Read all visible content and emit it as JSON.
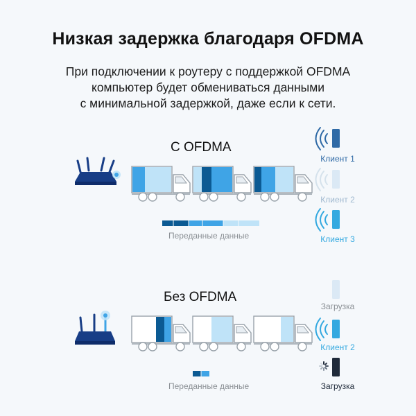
{
  "header": {
    "title": "Низкая задержка благодаря OFDMA",
    "subtitle_lines": [
      "При подключении к роутеру с поддержкой OFDMA",
      "компьютер будет обмениваться данными",
      "с минимальной задержкой, даже если к сети."
    ]
  },
  "with_ofdma": {
    "title": "С OFDMA",
    "legend_label": "Переданные данные",
    "clients": [
      {
        "label": "Клиент 1",
        "color": "#2f6aa6",
        "state": "active"
      },
      {
        "label": "Клиент 2",
        "color": "#9fb8cf",
        "state": "faded"
      },
      {
        "label": "Клиент 3",
        "color": "#34a9e0",
        "state": "active"
      }
    ]
  },
  "without_ofdma": {
    "title": "Без OFDMA",
    "legend_label": "Переданные данные",
    "clients": [
      {
        "label": "Загрузка",
        "color": "#7c8590",
        "state": "faded"
      },
      {
        "label": "Клиент 2",
        "color": "#34a9e0",
        "state": "active"
      },
      {
        "label": "Загрузка",
        "color": "#1f2a3a",
        "state": "loading"
      }
    ]
  },
  "colors": {
    "dark_blue": "#0b5a93",
    "mid_blue": "#3fa4e6",
    "light_blue": "#bfe3f8",
    "router": "#173d86",
    "truck_outline": "#9aa3ab"
  },
  "icons": [
    "router-icon",
    "truck-icon",
    "wifi-signal-icon",
    "device-icon",
    "loading-spinner-icon"
  ]
}
